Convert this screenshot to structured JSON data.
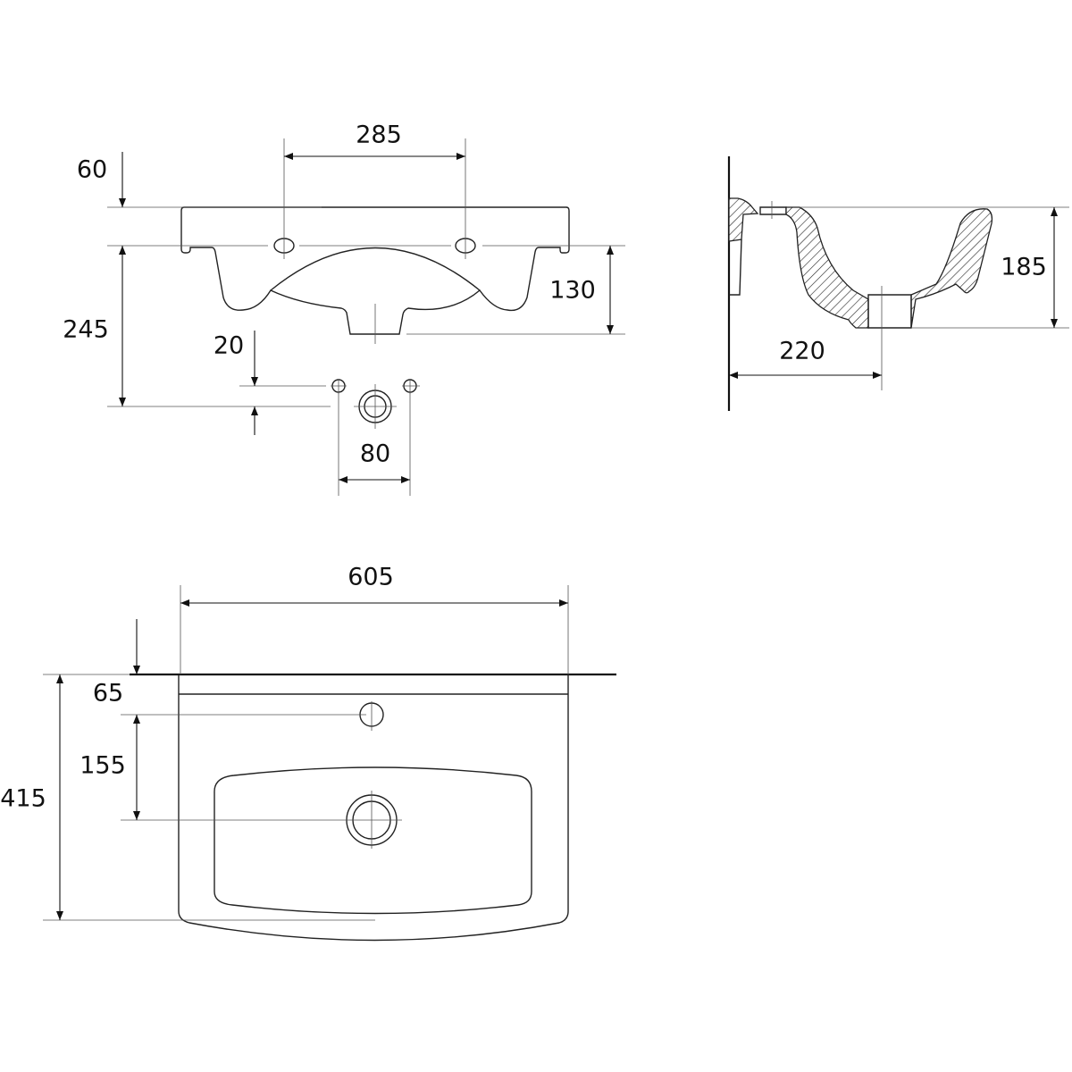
{
  "dimensions": {
    "front": {
      "tap_spacing": "285",
      "rim_height": "60",
      "overall_height": "245",
      "bowl_depth": "130",
      "fixing_offset": "20",
      "fixing_spacing": "80"
    },
    "side": {
      "depth": "185",
      "drain_from_wall": "220"
    },
    "top": {
      "width": "605",
      "back_to_tap": "65",
      "tap_to_drain": "155",
      "length": "415"
    }
  },
  "colors": {
    "line": "#222222",
    "background": "#ffffff"
  }
}
